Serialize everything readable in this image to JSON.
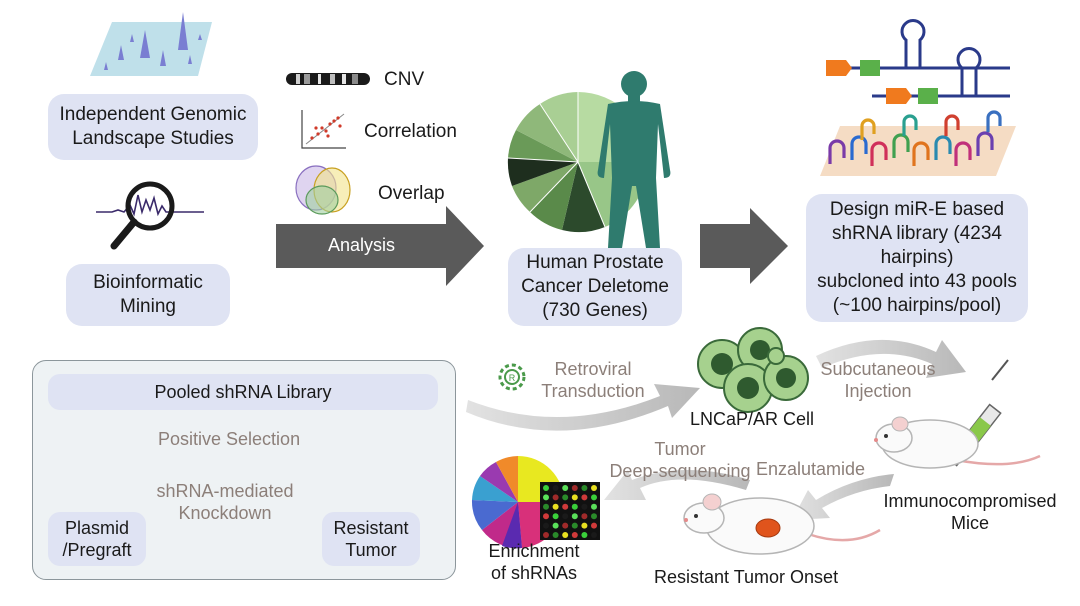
{
  "colors": {
    "box_fill": "#dfe3f3",
    "arrow_dark": "#5a5a5a",
    "arrow_light": "#c8c8c8",
    "body_teal": "#2f7b6e",
    "cell_green": "#6ea85a",
    "tumor_orange": "#e0541c",
    "muted_text": "#8c7f79"
  },
  "top": {
    "genomic_studies": [
      "Independent Genomic",
      "Landscape Studies"
    ],
    "bioinformatic": [
      "Bioinformatic",
      "Mining"
    ],
    "methods": [
      "CNV",
      "Correlation",
      "Overlap"
    ],
    "analysis_label": "Analysis",
    "deletome": [
      "Human Prostate",
      "Cancer Deletome",
      "(730 Genes)"
    ],
    "library_design": [
      "Design miR-E based",
      "shRNA library (4234",
      "hairpins)",
      "subcloned into 43 pools",
      "(~100 hairpins/pool)"
    ]
  },
  "workflow": {
    "transduction": [
      "Retroviral",
      "Transduction"
    ],
    "cell_label": "LNCaP/AR Cell",
    "injection": [
      "Subcutaneous",
      "Injection"
    ],
    "mice_label": [
      "Immunocompromised",
      "Mice"
    ],
    "drug_label": "Enzalutamide",
    "onset_label": "Resistant Tumor Onset",
    "sequencing": [
      "Tumor",
      "Deep-sequencing"
    ],
    "enrichment": [
      "Enrichment",
      "of shRNAs"
    ]
  },
  "panel": {
    "title": "Pooled shRNA Library",
    "selection": "Positive Selection",
    "knockdown": [
      "shRNA-mediated",
      "Knockdown"
    ],
    "left_label": [
      "Plasmid",
      "/Pregraft"
    ],
    "right_label": [
      "Resistant",
      "Tumor"
    ]
  }
}
